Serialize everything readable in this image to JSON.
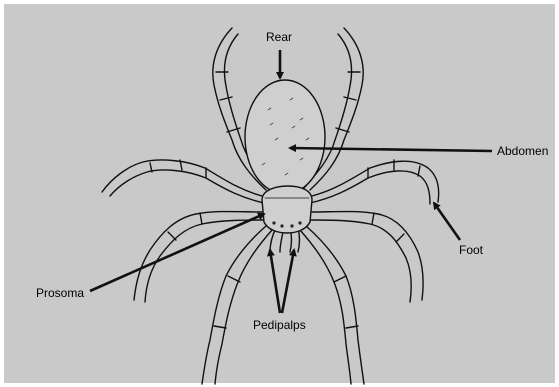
{
  "labels": {
    "rear": "Rear",
    "abdomen": "Abdomen",
    "foot": "Foot",
    "prosoma": "Prosoma",
    "pedipalps": "Pedipalps"
  },
  "colors": {
    "background": "#c9c9c9",
    "frame": "#ffffff",
    "ink": "#111111"
  }
}
